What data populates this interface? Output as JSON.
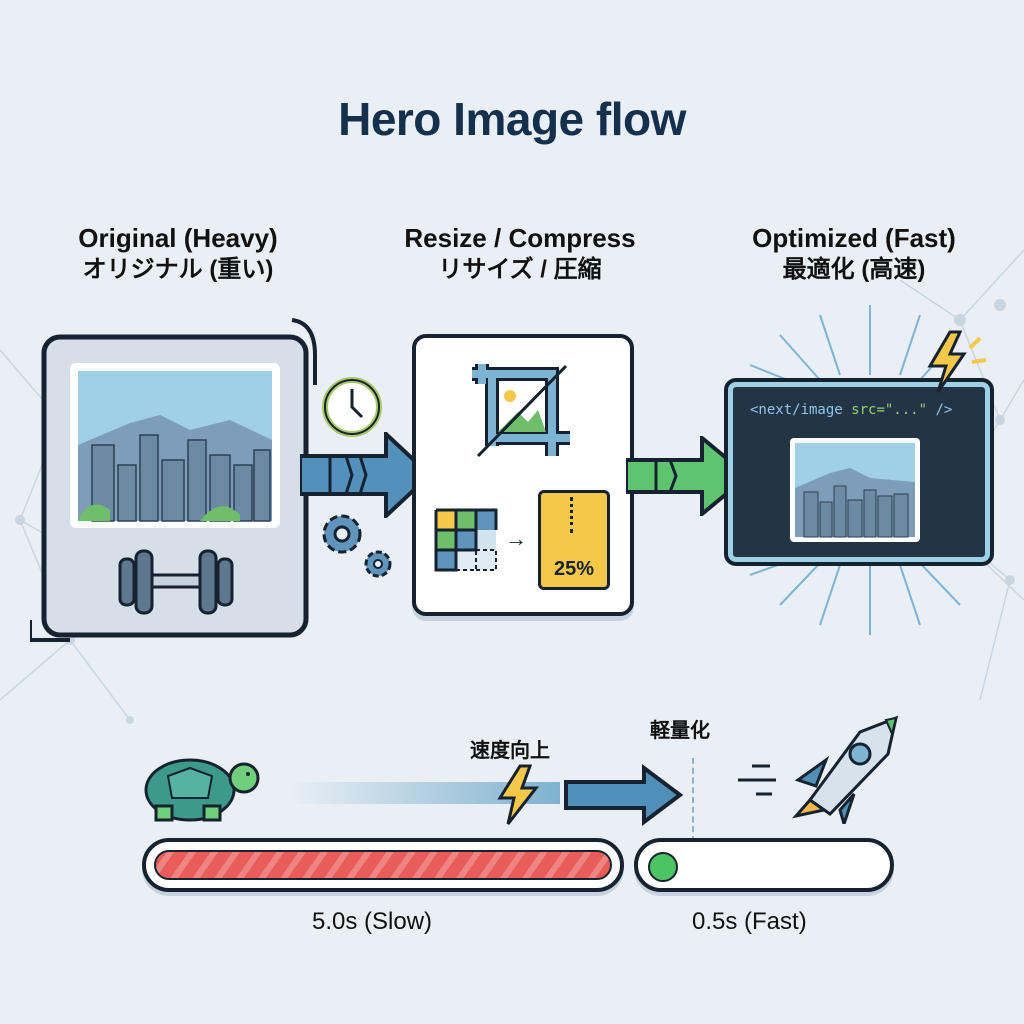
{
  "title": "Hero Image flow",
  "stages": [
    {
      "label_en": "Original (Heavy)",
      "label_jp": "オリジナル (重い)",
      "icons": [
        "photo-icon",
        "dumbbell-icon",
        "clock-icon",
        "gears-icon"
      ]
    },
    {
      "label_en": "Resize / Compress",
      "label_jp": "リサイズ / 圧縮",
      "icons": [
        "crop-icon",
        "pixel-grid-icon",
        "zip-file-icon"
      ],
      "compression_badge": "25%"
    },
    {
      "label_en": "Optimized (Fast)",
      "label_jp": "最適化 (高速)",
      "icons": [
        "code-window-icon",
        "lightning-icon"
      ],
      "code_tag": "<next/image",
      "code_attr": "src=\"...\"",
      "code_end": " />"
    }
  ],
  "speed": {
    "boost_label": "速度向上",
    "lighten_label": "軽量化",
    "slow_time": "5.0s (Slow)",
    "fast_time": "0.5s (Fast)",
    "slow_icon": "turtle-icon",
    "fast_icon": "rocket-icon"
  },
  "colors": {
    "background": "#e9eff5",
    "outline": "#16222f",
    "blue_arrow": "#4f8fb8",
    "green_arrow": "#5ec46f",
    "slow_bar": "#e85d5a",
    "fast_dot": "#4cc464",
    "code_bg": "#243447",
    "badge_yellow": "#f5c84a"
  }
}
